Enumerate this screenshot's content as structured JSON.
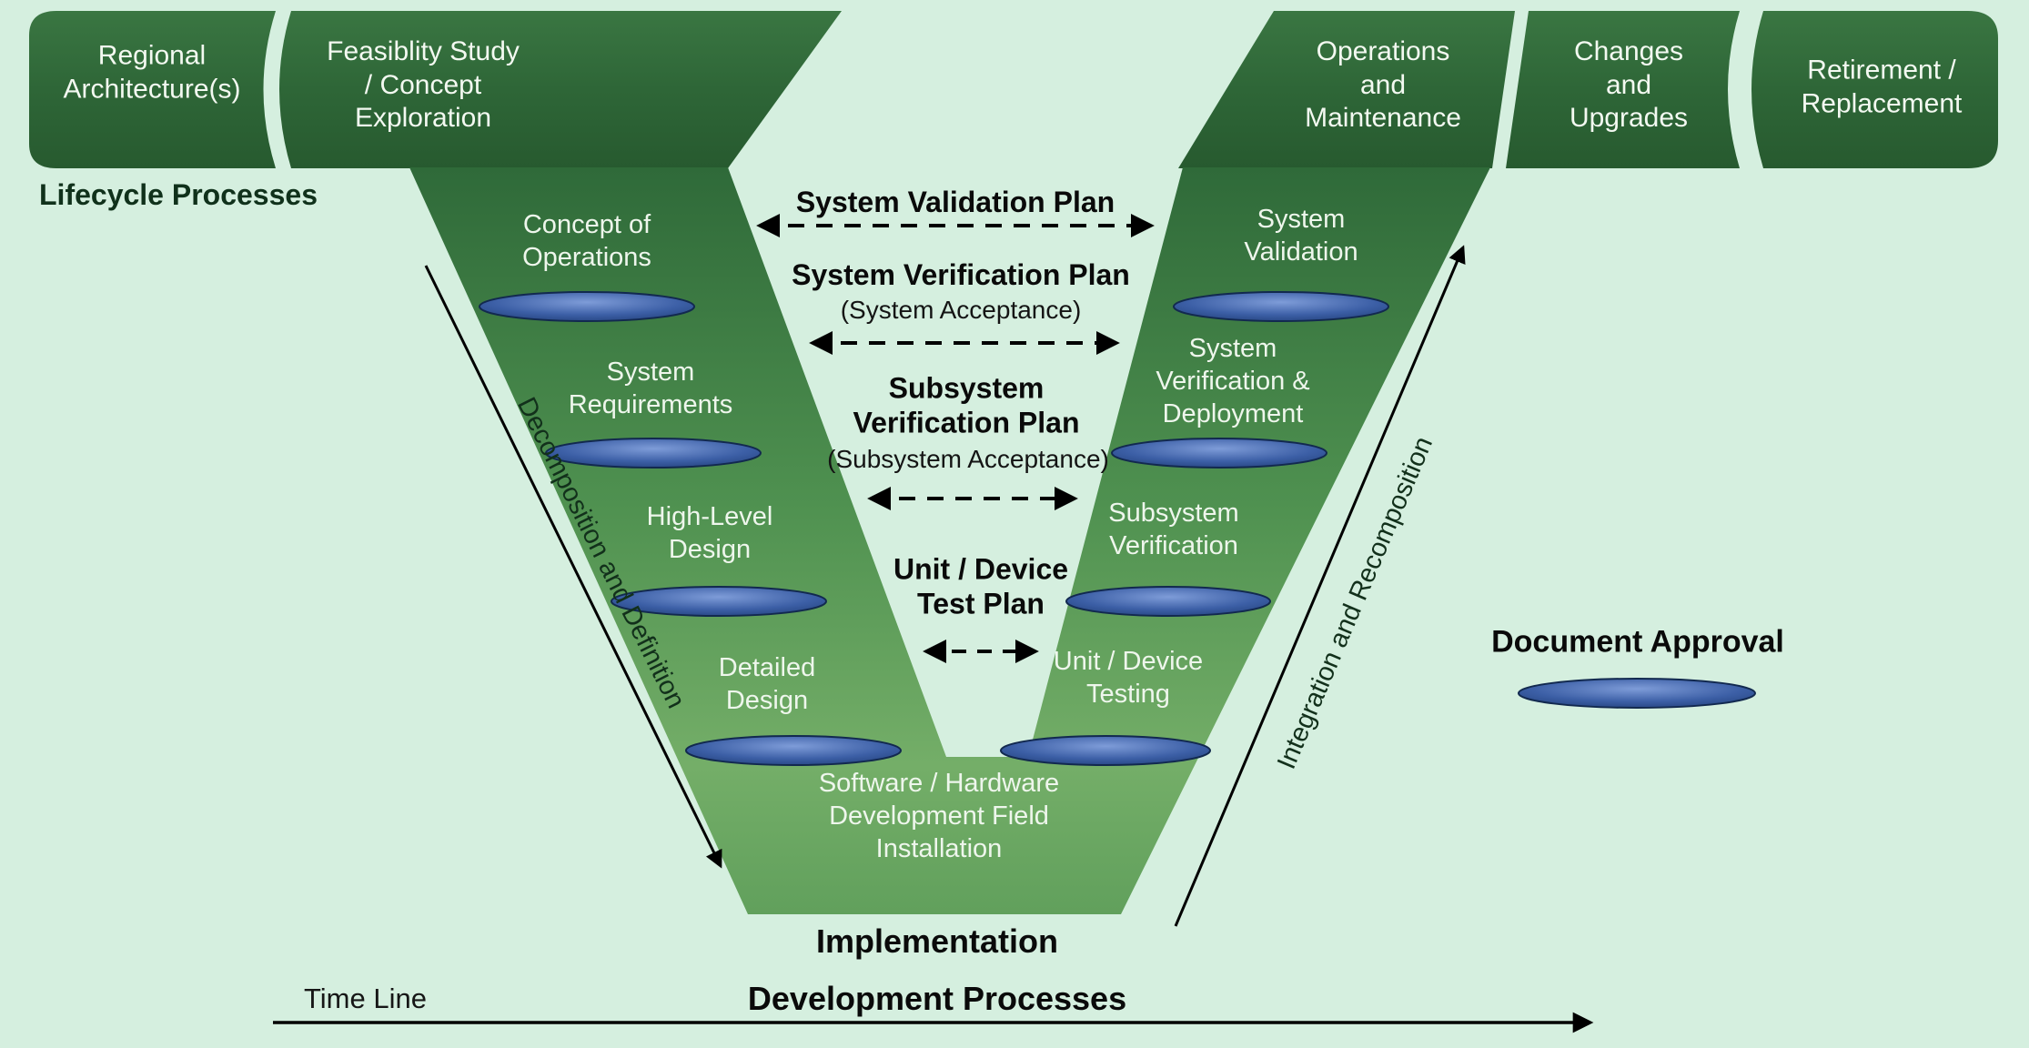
{
  "colors": {
    "background": "#d5efdf",
    "banner_green_dark": "#2c6334",
    "v_green_light": "#74ae68",
    "ellipse_blue": "#3c5fa6",
    "text_light": "#eef6ec",
    "text_dark": "#0a0a0a"
  },
  "banner": {
    "regional": "Regional\nArchitecture(s)",
    "feasibility": "Feasiblity Study\n/ Concept\nExploration",
    "operations": "Operations\nand\nMaintenance",
    "changes": "Changes\nand\nUpgrades",
    "retirement": "Retirement /\nReplacement"
  },
  "left_stages": [
    "Concept of\nOperations",
    "System\nRequirements",
    "High-Level\nDesign",
    "Detailed\nDesign"
  ],
  "bottom_stage": "Software / Hardware\nDevelopment Field\nInstallation",
  "right_stages": [
    "Unit / Device\nTesting",
    "Subsystem\nVerification",
    "System\nVerification &\nDeployment",
    "System\nValidation"
  ],
  "plans": [
    {
      "title": "System Validation Plan",
      "subtitle": ""
    },
    {
      "title": "System Verification Plan",
      "subtitle": "(System Acceptance)"
    },
    {
      "title": "Subsystem\nVerification Plan",
      "subtitle": "(Subsystem Acceptance)"
    },
    {
      "title": "Unit / Device\nTest Plan",
      "subtitle": ""
    }
  ],
  "labels": {
    "lifecycle": "Lifecycle Processes",
    "decomposition": "Decomposition and Definition",
    "integration": "Integration and Recomposition",
    "document_approval": "Document Approval",
    "implementation": "Implementation",
    "development": "Development Processes",
    "timeline": "Time Line"
  }
}
